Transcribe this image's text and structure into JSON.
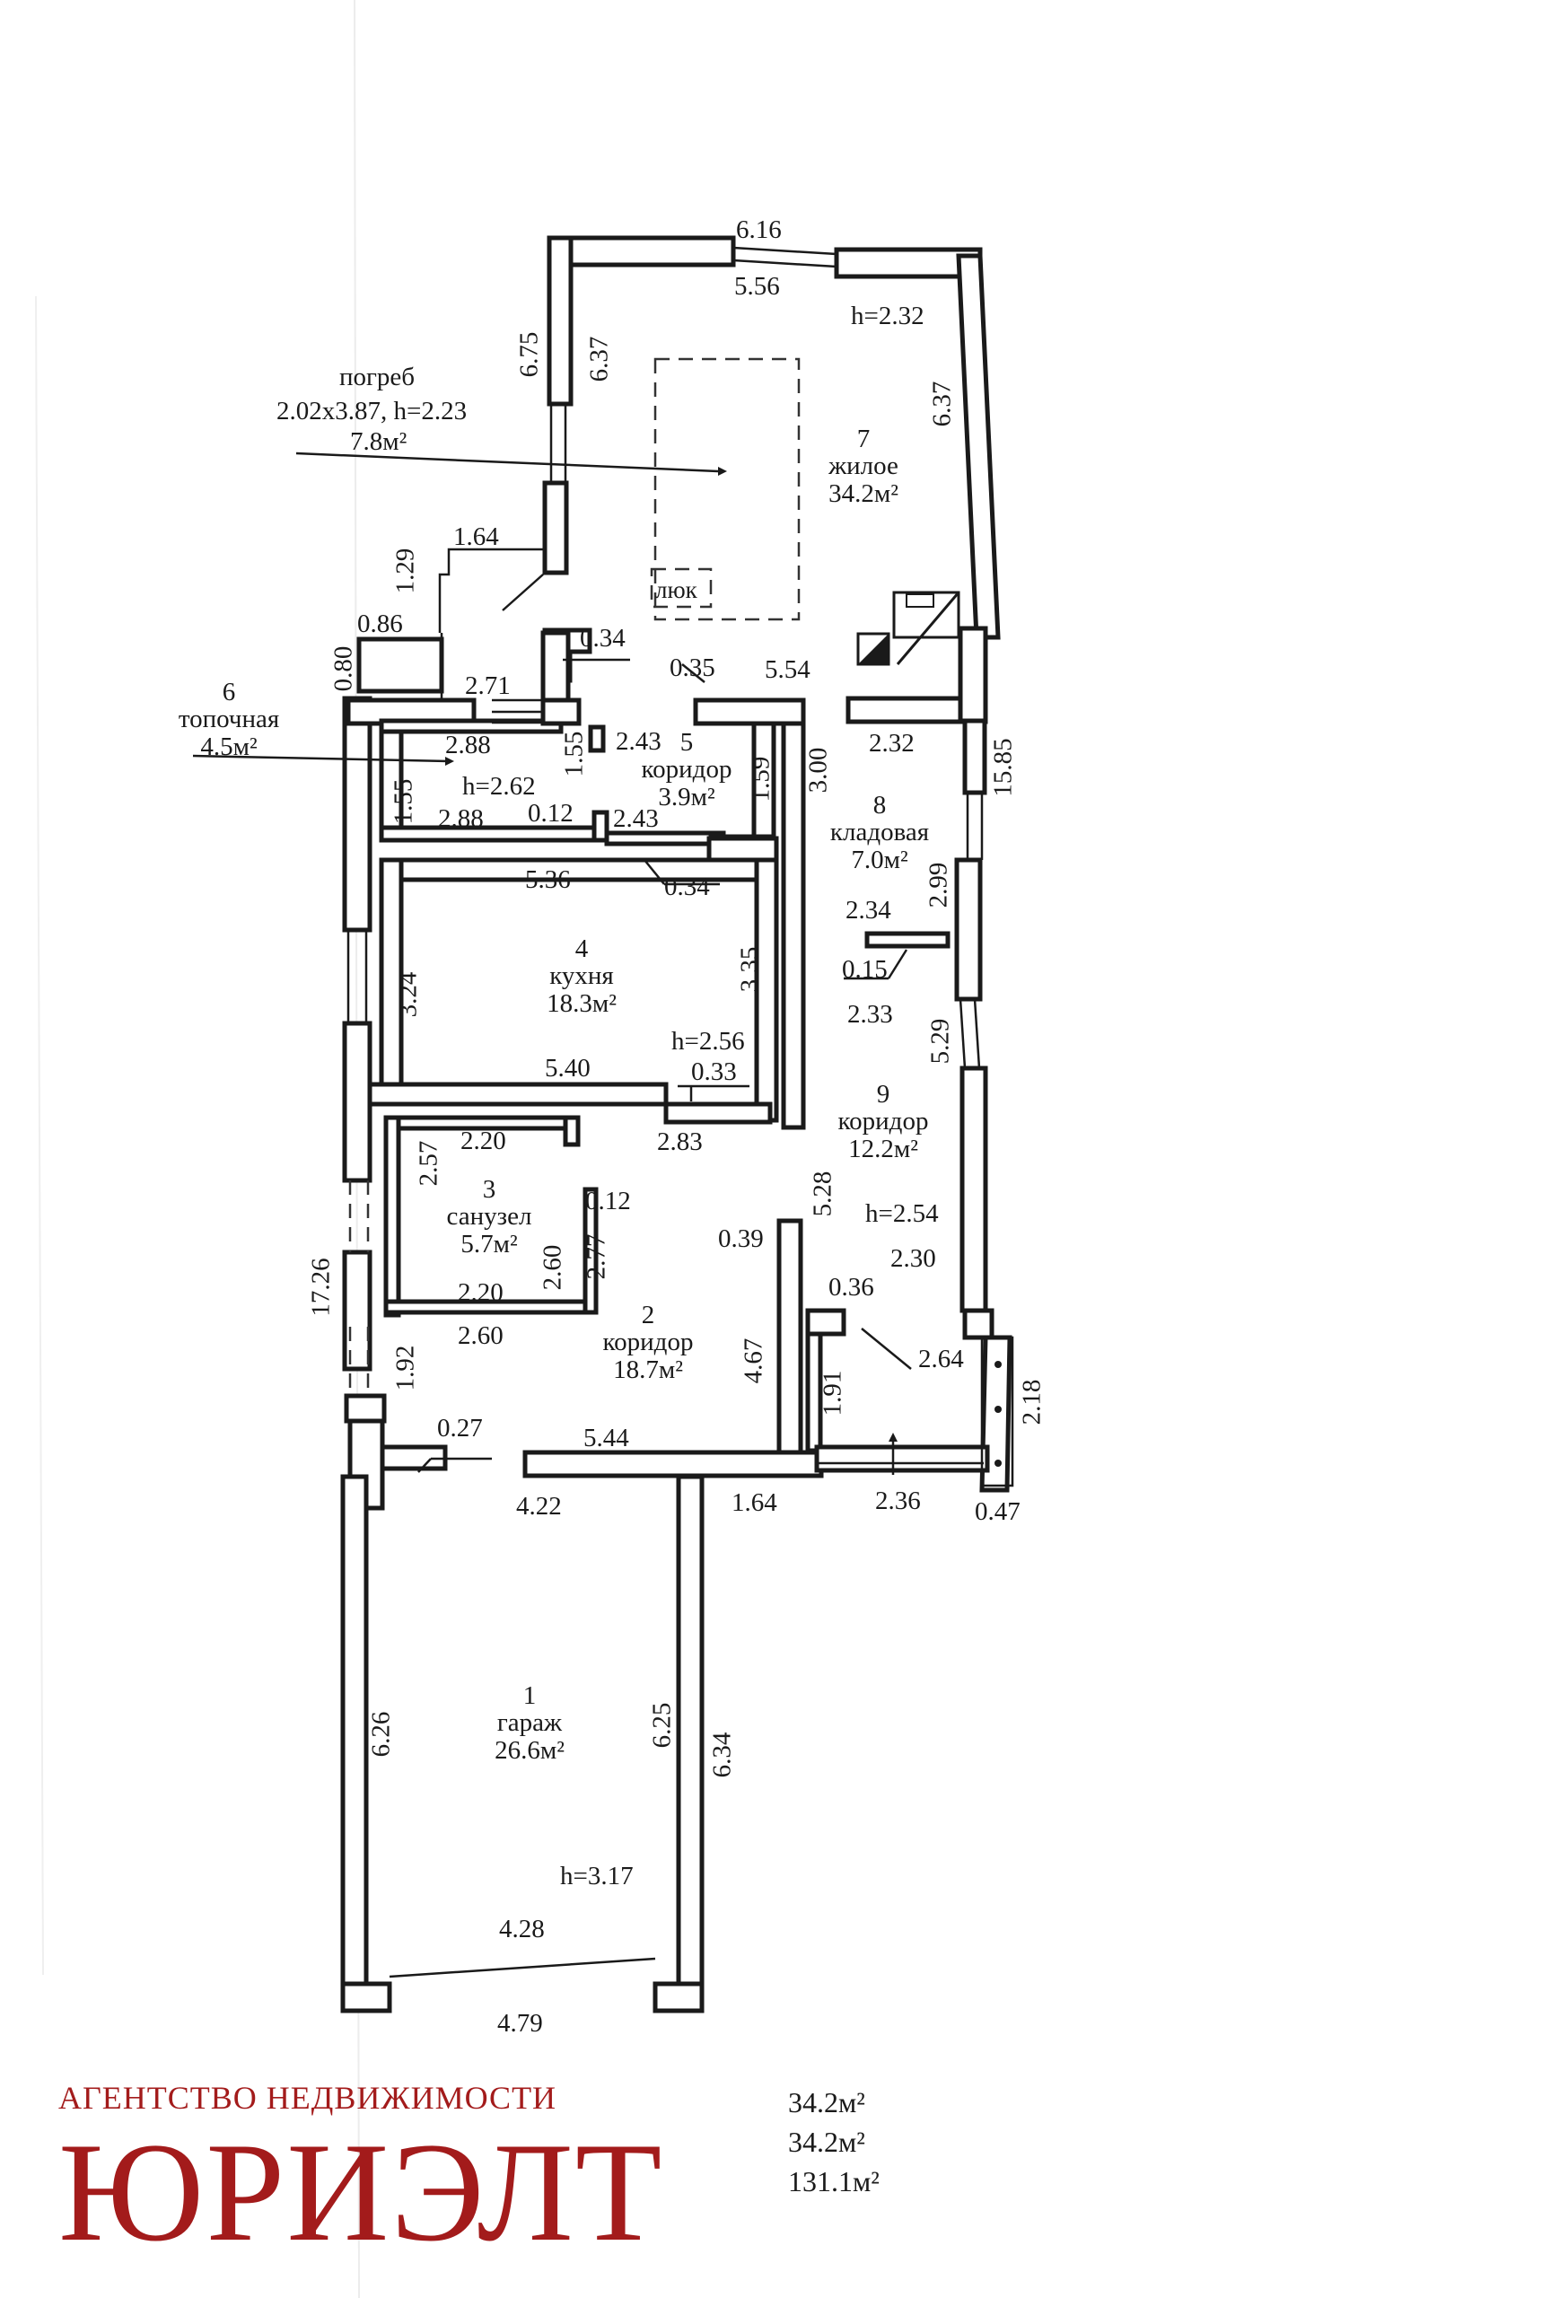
{
  "rooms": {
    "r7": {
      "num": "7",
      "name": "жилое",
      "area": "34.2м²",
      "h": "h=2.32"
    },
    "r6": {
      "num": "6",
      "name": "топочная",
      "area": "4.5м²"
    },
    "r5": {
      "num": "5",
      "name": "коридор",
      "area": "3.9м²",
      "h": "h=2.62"
    },
    "r8": {
      "num": "8",
      "name": "кладовая",
      "area": "7.0м²"
    },
    "r4": {
      "num": "4",
      "name": "кухня",
      "area": "18.3м²",
      "h": "h=2.56"
    },
    "r9": {
      "num": "9",
      "name": "коридор",
      "area": "12.2м²",
      "h": "h=2.54"
    },
    "r3": {
      "num": "3",
      "name": "санузел",
      "area": "5.7м²"
    },
    "r2": {
      "num": "2",
      "name": "коридор",
      "area": "18.7м²"
    },
    "r1": {
      "num": "1",
      "name": "гараж",
      "area": "26.6м²",
      "h": "h=3.17"
    }
  },
  "cellar": {
    "line1": "погреб",
    "line2": "2.02x3.87, h=2.23",
    "line3": "7.8м²",
    "hatch": "люк"
  },
  "dims": {
    "d616": "6.16",
    "d556": "5.56",
    "d675": "6.75",
    "d637a": "6.37",
    "d637b": "6.37",
    "d164a": "1.64",
    "d129": "1.29",
    "d086": "0.86",
    "d080": "0.80",
    "d034a": "0.34",
    "d035": "0.35",
    "d554": "5.54",
    "d271": "2.71",
    "d288a": "2.88",
    "d155a": "1.55",
    "d243a": "2.43",
    "d159": "1.59",
    "d300": "3.00",
    "d232": "2.32",
    "d1585": "15.85",
    "d155b": "1.55",
    "d288b": "2.88",
    "d012a": "0.12",
    "d243b": "2.43",
    "d536": "5.36",
    "d034b": "0.34",
    "d299": "2.99",
    "d234": "2.34",
    "d015": "0.15",
    "d324": "3.24",
    "d335": "3.35",
    "d233": "2.33",
    "d529": "5.29",
    "d540": "5.40",
    "d033": "0.33",
    "d220a": "2.20",
    "d257": "2.57",
    "d283": "2.83",
    "d528": "5.28",
    "d012b": "0.12",
    "d277": "2.77",
    "d260a": "2.60",
    "d039": "0.39",
    "d230": "2.30",
    "d1726": "17.26",
    "d220b": "2.20",
    "d036": "0.36",
    "d260b": "2.60",
    "d467": "4.67",
    "d264": "2.64",
    "d192": "1.92",
    "d191": "1.91",
    "d218": "2.18",
    "d027": "0.27",
    "d544": "5.44",
    "d422": "4.22",
    "d164b": "1.64",
    "d236": "2.36",
    "d047": "0.47",
    "d626": "6.26",
    "d625": "6.25",
    "d634": "6.34",
    "d428": "4.28",
    "d479": "4.79"
  },
  "brand": {
    "line1": "АГЕНТСТВО НЕДВИЖИМОСТИ",
    "line2": "ЮРИЭЛТ"
  },
  "totals": [
    "34.2м²",
    "34.2м²",
    "131.1м²"
  ],
  "colors": {
    "brand": "#a31b1b",
    "ink": "#1a1a1a"
  }
}
